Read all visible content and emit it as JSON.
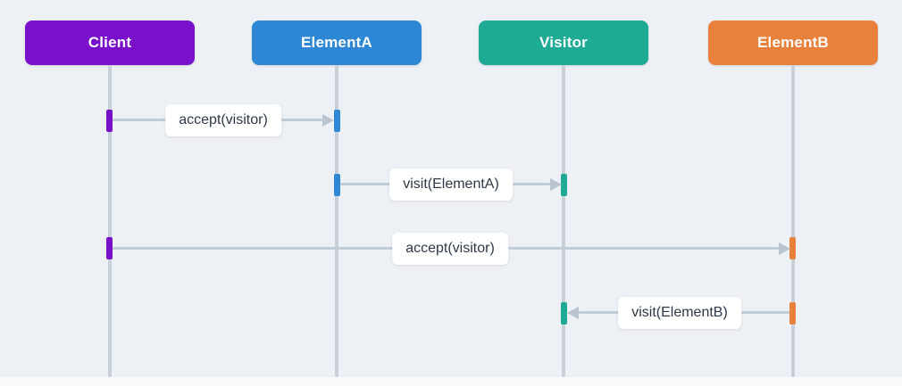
{
  "colors": {
    "background": "#edf1f5",
    "lifeline": "#c7cfd9",
    "arrow": "#bfc9d4",
    "message_label_bg": "#ffffff",
    "message_label_text": "#2e3949",
    "client": "#7911cb",
    "element_a": "#2e87d5",
    "visitor": "#1faa96",
    "element_b": "#e8813b"
  },
  "actors": [
    {
      "label": "Client",
      "color": "#7911cb"
    },
    {
      "label": "ElementA",
      "color": "#2e87d5"
    },
    {
      "label": "Visitor",
      "color": "#1faa96"
    },
    {
      "label": "ElementB",
      "color": "#e8813b"
    }
  ],
  "messages": [
    {
      "label": "accept(visitor)",
      "from": "Client",
      "to": "ElementA",
      "direction": "right"
    },
    {
      "label": "visit(ElementA)",
      "from": "ElementA",
      "to": "Visitor",
      "direction": "right"
    },
    {
      "label": "accept(visitor)",
      "from": "Client",
      "to": "ElementB",
      "direction": "right"
    },
    {
      "label": "visit(ElementB)",
      "from": "ElementB",
      "to": "Visitor",
      "direction": "left"
    }
  ]
}
